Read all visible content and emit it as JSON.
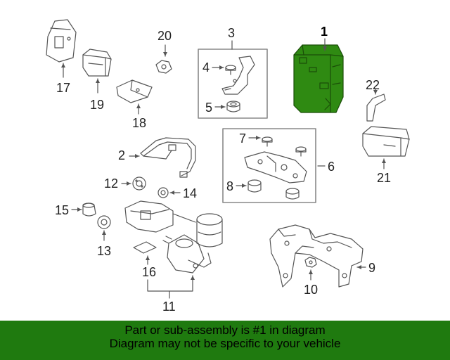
{
  "callouts": {
    "c1": "1",
    "c2": "2",
    "c3": "3",
    "c4": "4",
    "c5": "5",
    "c6": "6",
    "c7": "7",
    "c8": "8",
    "c9": "9",
    "c10": "10",
    "c11": "11",
    "c12": "12",
    "c13": "13",
    "c14": "14",
    "c15": "15",
    "c16": "16",
    "c17": "17",
    "c18": "18",
    "c19": "19",
    "c20": "20",
    "c21": "21",
    "c22": "22"
  },
  "banner": {
    "line1": "Part or sub-assembly is #1 in diagram",
    "line2": "Diagram may not be specific to your vehicle"
  },
  "colors": {
    "highlight_part": "#2f8a12",
    "banner_bg": "#1f7a0f",
    "line": "#555555"
  }
}
